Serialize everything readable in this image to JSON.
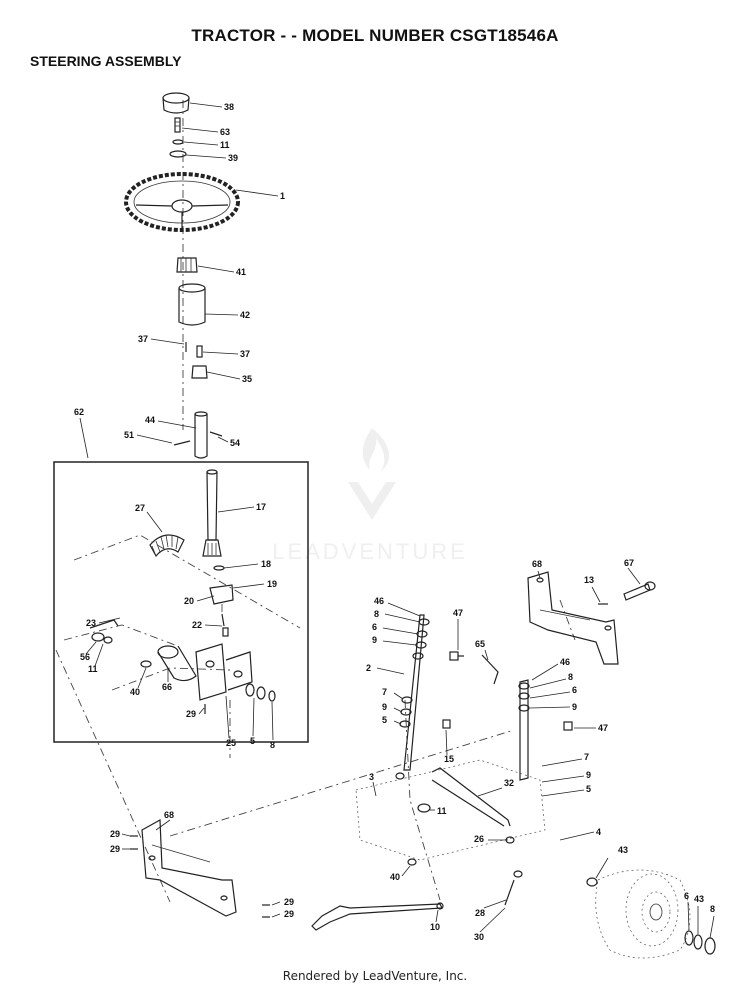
{
  "title": "TRACTOR - - MODEL NUMBER CSGT18546A",
  "subtitle": "STEERING ASSEMBLY",
  "watermark": "LEADVENTURE",
  "footer": "Rendered by LeadVenture, Inc.",
  "callouts": [
    {
      "id": "c38a",
      "label": "38"
    },
    {
      "id": "c63",
      "label": "63"
    },
    {
      "id": "c11a",
      "label": "11"
    },
    {
      "id": "c39",
      "label": "39"
    },
    {
      "id": "c1",
      "label": "1"
    },
    {
      "id": "c41",
      "label": "41"
    },
    {
      "id": "c42",
      "label": "42"
    },
    {
      "id": "c37a",
      "label": "37"
    },
    {
      "id": "c37b",
      "label": "37"
    },
    {
      "id": "c35",
      "label": "35"
    },
    {
      "id": "c62",
      "label": "62"
    },
    {
      "id": "c44",
      "label": "44"
    },
    {
      "id": "c51",
      "label": "51"
    },
    {
      "id": "c54",
      "label": "54"
    },
    {
      "id": "c17",
      "label": "17"
    },
    {
      "id": "c27",
      "label": "27"
    },
    {
      "id": "c18",
      "label": "18"
    },
    {
      "id": "c19",
      "label": "19"
    },
    {
      "id": "c20",
      "label": "20"
    },
    {
      "id": "c22",
      "label": "22"
    },
    {
      "id": "c23",
      "label": "23"
    },
    {
      "id": "c56",
      "label": "56"
    },
    {
      "id": "c11b",
      "label": "11"
    },
    {
      "id": "c40a",
      "label": "40"
    },
    {
      "id": "c66",
      "label": "66"
    },
    {
      "id": "c29a",
      "label": "29"
    },
    {
      "id": "c25",
      "label": "25"
    },
    {
      "id": "c5a",
      "label": "5"
    },
    {
      "id": "c8a",
      "label": "8"
    },
    {
      "id": "c46a",
      "label": "46"
    },
    {
      "id": "c8b",
      "label": "8"
    },
    {
      "id": "c6a",
      "label": "6"
    },
    {
      "id": "c9a",
      "label": "9"
    },
    {
      "id": "c2",
      "label": "2"
    },
    {
      "id": "c7a",
      "label": "7"
    },
    {
      "id": "c9b",
      "label": "9"
    },
    {
      "id": "c5b",
      "label": "5"
    },
    {
      "id": "c47a",
      "label": "47"
    },
    {
      "id": "c65",
      "label": "65"
    },
    {
      "id": "c15",
      "label": "15"
    },
    {
      "id": "c68a",
      "label": "68"
    },
    {
      "id": "c13",
      "label": "13"
    },
    {
      "id": "c67",
      "label": "67"
    },
    {
      "id": "c46b",
      "label": "46"
    },
    {
      "id": "c8c",
      "label": "8"
    },
    {
      "id": "c6b",
      "label": "6"
    },
    {
      "id": "c9c",
      "label": "9"
    },
    {
      "id": "c47b",
      "label": "47"
    },
    {
      "id": "c7b",
      "label": "7"
    },
    {
      "id": "c9d",
      "label": "9"
    },
    {
      "id": "c5c",
      "label": "5"
    },
    {
      "id": "c3",
      "label": "3"
    },
    {
      "id": "c32",
      "label": "32"
    },
    {
      "id": "c11c",
      "label": "11"
    },
    {
      "id": "c4",
      "label": "4"
    },
    {
      "id": "c26",
      "label": "26"
    },
    {
      "id": "c68b",
      "label": "68"
    },
    {
      "id": "c29b",
      "label": "29"
    },
    {
      "id": "c29c",
      "label": "29"
    },
    {
      "id": "c40b",
      "label": "40"
    },
    {
      "id": "c43a",
      "label": "43"
    },
    {
      "id": "c29d",
      "label": "29"
    },
    {
      "id": "c29e",
      "label": "29"
    },
    {
      "id": "c28",
      "label": "28"
    },
    {
      "id": "c6c",
      "label": "6"
    },
    {
      "id": "c43b",
      "label": "43"
    },
    {
      "id": "c8d",
      "label": "8"
    },
    {
      "id": "c10",
      "label": "10"
    },
    {
      "id": "c30",
      "label": "30"
    }
  ]
}
